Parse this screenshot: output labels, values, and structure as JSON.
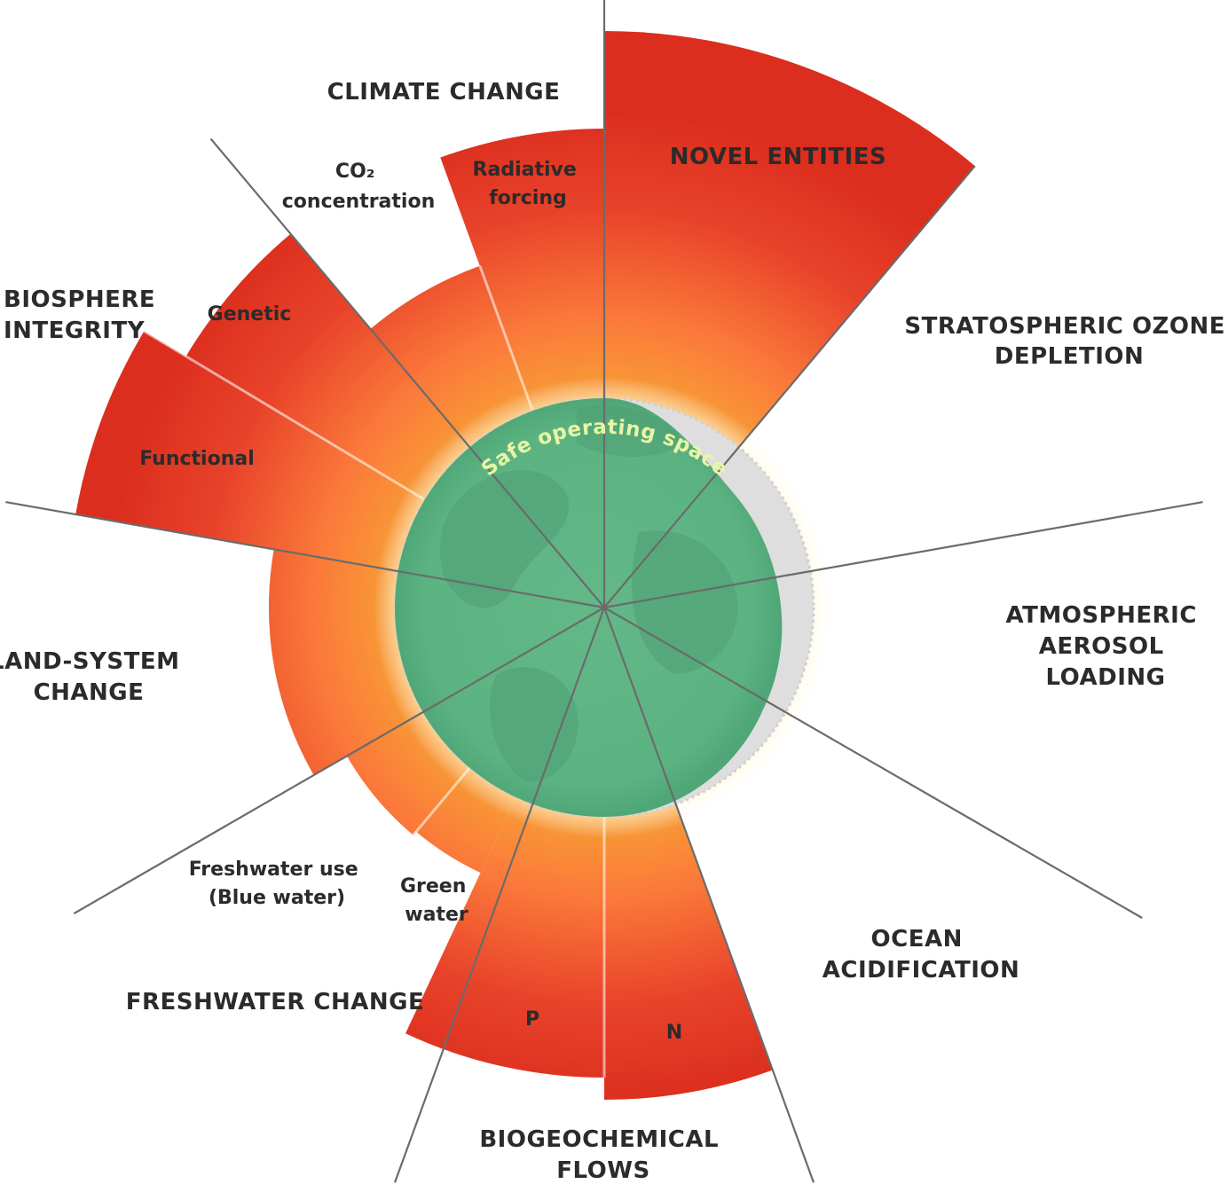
{
  "center_label": "Safe operating space",
  "boundaries": {
    "climate_change": "CLIMATE CHANGE",
    "novel_entities": "NOVEL ENTITIES",
    "stratospheric_ozone": [
      "STRATOSPHERIC OZONE",
      "DEPLETION"
    ],
    "atmospheric_aerosol": [
      "ATMOSPHERIC",
      "AEROSOL",
      "LOADING"
    ],
    "ocean_acidification": [
      "OCEAN",
      "ACIDIFICATION"
    ],
    "biogeochemical_flows": [
      "BIOGEOCHEMICAL",
      "FLOWS"
    ],
    "freshwater_change": "FRESHWATER CHANGE",
    "land_system_change": [
      "LAND-SYSTEM",
      "CHANGE"
    ],
    "biosphere_integrity": [
      "BIOSPHERE",
      "INTEGRITY"
    ]
  },
  "sub_labels": {
    "co2": [
      "CO₂",
      "concentration"
    ],
    "radiative_forcing": [
      "Radiative",
      "forcing"
    ],
    "genetic": "Genetic",
    "functional": "Functional",
    "blue_water": [
      "Freshwater use",
      "(Blue water)"
    ],
    "green_water": [
      "Green",
      "water"
    ],
    "p": "P",
    "n": "N"
  },
  "colors": {
    "safe_green": "#5fb584",
    "orange": "#f7a234",
    "red": "#e23a22",
    "divider": "#6b6b6b"
  }
}
